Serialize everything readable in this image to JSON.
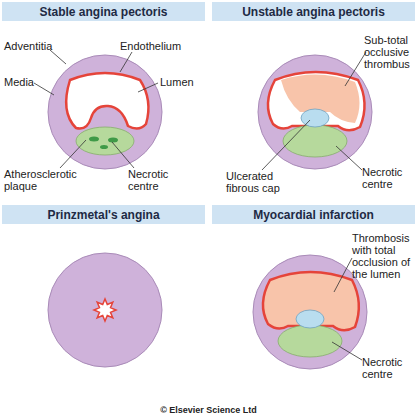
{
  "diagram": {
    "nodes": [
      {
        "text": [
          "Stable angina pectoris"
        ]
      },
      {
        "text": [
          "Unstable angina pectoris"
        ]
      },
      {
        "text": [
          "Prinzmetal's angina"
        ]
      },
      {
        "text": [
          "Myocardial infarction"
        ]
      }
    ],
    "labels": [
      "Adventitia",
      "Endothelium",
      "Media",
      "Lumen",
      "Atherosclerotic plaque",
      "Necrotic centre",
      "Sub-total occlusive thrombus",
      "Ulcerated fibrous cap",
      "Necrotic centre",
      "Thrombosis with total occlusion of the lumen",
      "Necrotic centre",
      "© Elsevier Science Ltd"
    ]
  }
}
